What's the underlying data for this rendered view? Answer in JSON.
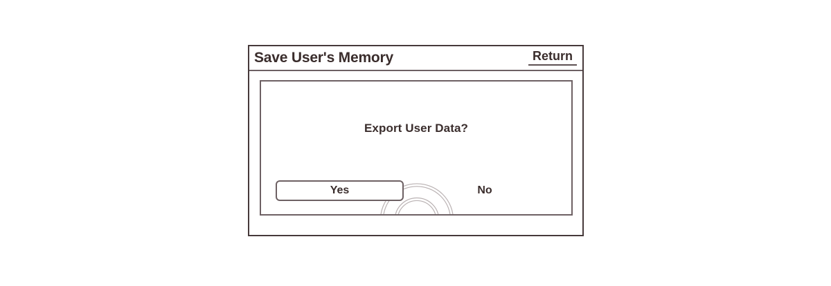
{
  "screen": {
    "background_color": "#ffffff",
    "frame_border_color": "#46393a",
    "panel_border_color": "#6d6063",
    "text_color": "#3a2d2c"
  },
  "header": {
    "title": "Save User's Memory",
    "return_label": "Return"
  },
  "dialog": {
    "prompt": "Export User Data?",
    "options": [
      {
        "label": "Yes",
        "selected": true
      },
      {
        "label": "No",
        "selected": false
      }
    ],
    "yes_label": "Yes",
    "no_label": "No"
  },
  "decor": {
    "arc_color": "#b9b1b2",
    "arc_name": "concentric-arcs"
  }
}
